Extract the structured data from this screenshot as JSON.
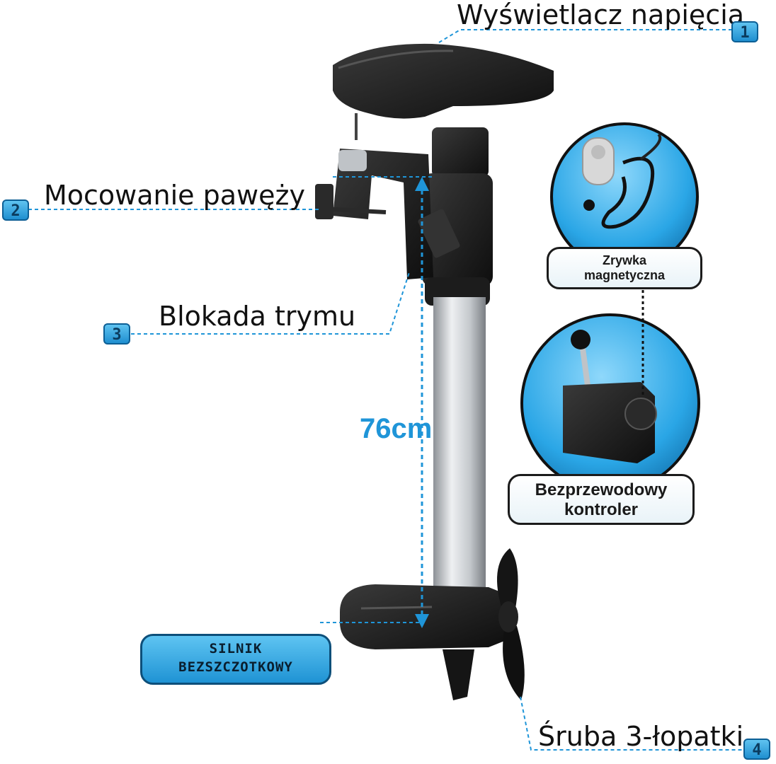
{
  "callouts": {
    "display": {
      "label": "Wyświetlacz napięcia",
      "number": "1"
    },
    "mount": {
      "label": "Mocowanie pawęży",
      "number": "2"
    },
    "trim": {
      "label": "Blokada trymu",
      "number": "3"
    },
    "prop": {
      "label": "Śruba 3-łopatki",
      "number": "4"
    }
  },
  "insets": {
    "kill_switch": {
      "line1": "Zrywka",
      "line2": "magnetyczna"
    },
    "controller": {
      "line1": "Bezprzewodowy",
      "line2": "kontroler"
    }
  },
  "motor_label": {
    "line1": "SILNIK",
    "line2": "BEZSZCZOTKOWY"
  },
  "measurement": {
    "value": "76cm"
  },
  "colors": {
    "accent_blue": "#1f95d8",
    "leader_line": "#1f95d8",
    "motor_body": "#1a1a1a",
    "shaft": "#c9ccd0",
    "inset_bg": "#2aa6e6"
  }
}
